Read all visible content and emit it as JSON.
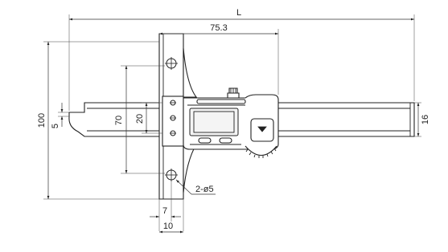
{
  "dimensions": {
    "overall_length": "L",
    "measuring_length": "75.3",
    "base_height": "100",
    "base_hole_spacing": "70",
    "slider_height": "20",
    "hook_depth": "5",
    "beam_width": "16",
    "base_offset": "7",
    "base_thickness": "10"
  },
  "callout": {
    "holes": "2-ø5"
  },
  "icons": {
    "zero_button": "down-triangle-icon",
    "thumb_wheel": "gear-wheel-icon"
  }
}
